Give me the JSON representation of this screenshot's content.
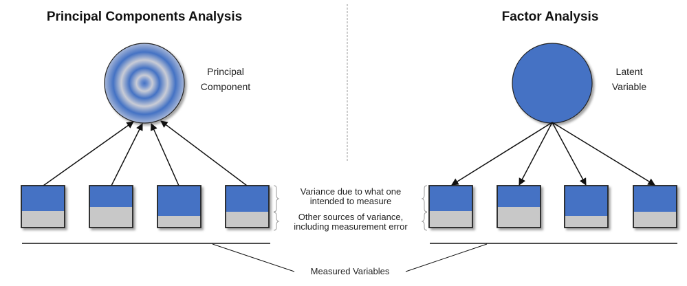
{
  "left_panel": {
    "title": "Principal Components Analysis",
    "node_label_line1": "Principal",
    "node_label_line2": "Component",
    "arrow_direction": "variables-to-component",
    "variables": [
      {
        "name": "variable-1",
        "intended_variance_fraction": 0.6
      },
      {
        "name": "variable-2",
        "intended_variance_fraction": 0.5
      },
      {
        "name": "variable-3",
        "intended_variance_fraction": 0.72
      },
      {
        "name": "variable-4",
        "intended_variance_fraction": 0.62
      }
    ]
  },
  "right_panel": {
    "title": "Factor Analysis",
    "node_label_line1": "Latent",
    "node_label_line2": "Variable",
    "arrow_direction": "factor-to-variables",
    "variables": [
      {
        "name": "variable-1",
        "intended_variance_fraction": 0.6
      },
      {
        "name": "variable-2",
        "intended_variance_fraction": 0.5
      },
      {
        "name": "variable-3",
        "intended_variance_fraction": 0.72
      },
      {
        "name": "variable-4",
        "intended_variance_fraction": 0.62
      }
    ]
  },
  "legend": {
    "intended_line1": "Variance due to what one",
    "intended_line2": "intended to measure",
    "other_line1": "Other sources of variance,",
    "other_line2": "including measurement error"
  },
  "footer_label": "Measured Variables",
  "colors": {
    "blue": "#4472C4",
    "gray": "#C8C8C8",
    "ring_light": "#C9CCD6",
    "outline": "#222222",
    "divider": "#9a9a9a"
  }
}
